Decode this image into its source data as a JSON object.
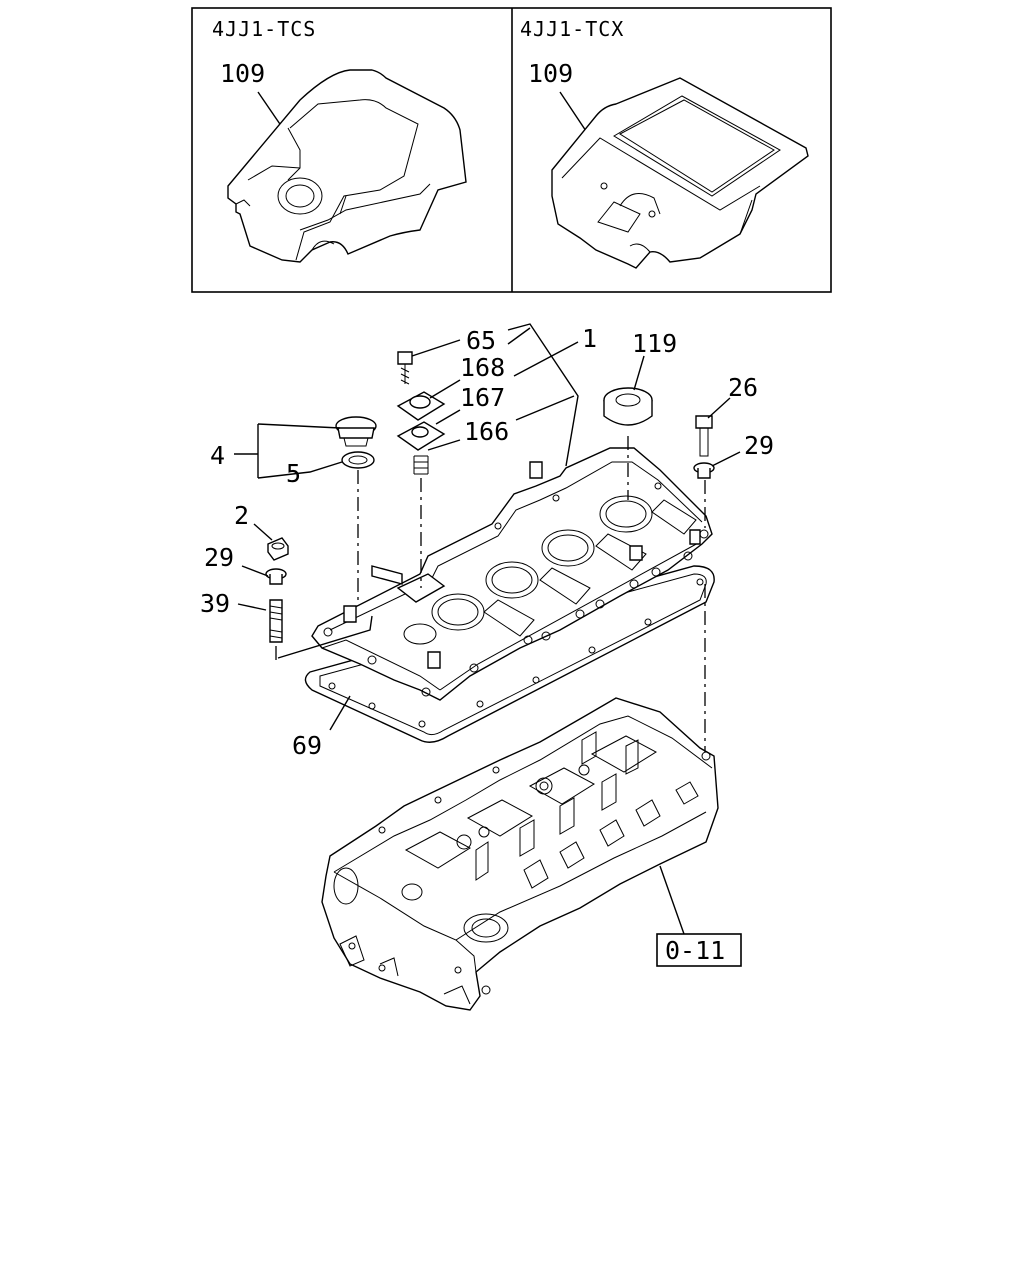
{
  "insets": {
    "left": {
      "title": "4JJ1-TCS",
      "callout": "109"
    },
    "right": {
      "title": "4JJ1-TCX",
      "callout": "109"
    }
  },
  "callouts": {
    "c65": "65",
    "c1": "1",
    "c168": "168",
    "c167": "167",
    "c166": "166",
    "c119": "119",
    "c26": "26",
    "c29a": "29",
    "c4": "4",
    "c5": "5",
    "c2": "2",
    "c29b": "29",
    "c39": "39",
    "c69": "69"
  },
  "reference_box": "0-11"
}
